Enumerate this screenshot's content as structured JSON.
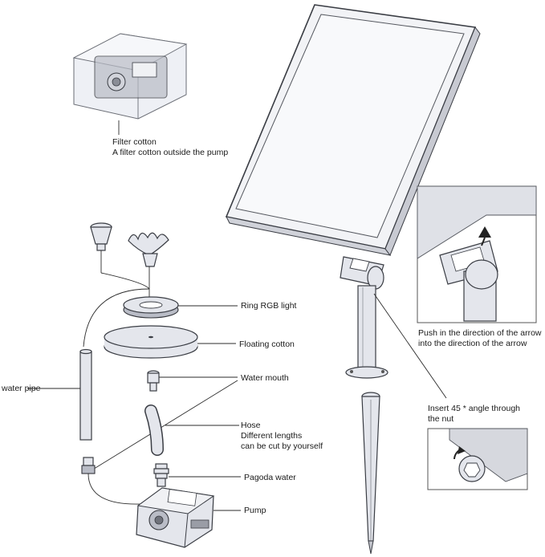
{
  "labels": {
    "filter_title": "Filter cotton",
    "filter_desc": "A filter cotton outside the pump",
    "ring_light": "Ring RGB light",
    "floating_cotton": "Floating cotton",
    "water_mouth": "Water mouth",
    "water_pipe": "water pipe",
    "hose_title": "Hose",
    "hose_line2": "Different lengths",
    "hose_line3": "can be cut by yourself",
    "pagoda_water": "Pagoda water",
    "pump": "Pump",
    "push_line1": "Push in the direction of the arrow",
    "push_line2": "into the direction of the arrow",
    "insert_line1": "Insert 45 * angle through",
    "insert_line2": "the nut"
  },
  "colors": {
    "part_fill": "#e4e6ec",
    "outline": "#3a3d44",
    "panel_glass": "#f4f5f8"
  }
}
